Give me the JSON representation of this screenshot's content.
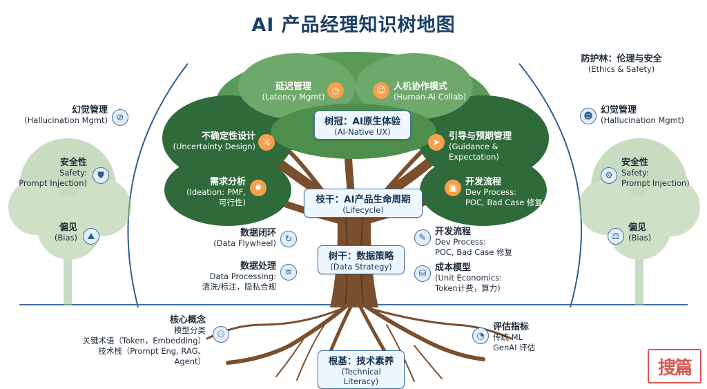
{
  "title": "AI 产品经理知识树地图",
  "crown": {
    "title": "树冠：AI原生体验",
    "subtitle": "(AI-Native UX)"
  },
  "crown_items": [
    {
      "title": "延迟管理",
      "subtitle": "(Latency Mgmt)",
      "icon": "stopwatch-icon"
    },
    {
      "title": "人机协作模式",
      "subtitle": "(Human-AI Collab)",
      "icon": "person-collab-icon"
    },
    {
      "title": "不确定性设计",
      "subtitle": "(Uncertainty Design)",
      "icon": "shuffle-icon"
    },
    {
      "title": "引导与预期管理",
      "subtitle": "(Guidance & Expectation)",
      "icon": "paper-plane-icon"
    },
    {
      "title": "需求分析",
      "subtitle_1": "(Ideation: PMF,",
      "subtitle_2": "可行性)",
      "icon": "lightbulb-icon"
    },
    {
      "title": "开发流程",
      "subtitle_1": "Dev Process:",
      "subtitle_2": "POC, Bad Case 修复",
      "icon": "briefcase-icon"
    }
  ],
  "branch": {
    "title": "枝干：AI产品生命周期",
    "subtitle": "(Lifecycle)"
  },
  "trunk": {
    "title": "树干：数据策略",
    "subtitle": "(Data Strategy)"
  },
  "trunk_items": [
    {
      "title": "数据闭环",
      "subtitle": "(Data Flywheel)",
      "icon": "refresh-icon"
    },
    {
      "title": "数据处理",
      "subtitle_1": "Data Processing:",
      "subtitle_2": "清洗/标注，隐私合规",
      "icon": "database-icon"
    },
    {
      "title": "开发流程",
      "subtitle_1": "Dev Process:",
      "subtitle_2": "POC, Bad Case 修复",
      "icon": "checklist-icon"
    },
    {
      "title": "成本模型",
      "subtitle_1": "(Unit Economics:",
      "subtitle_2": "Token计费，算力)",
      "icon": "coins-icon"
    }
  ],
  "roots": {
    "title": "根基：技术素养",
    "subtitle": "(Technical Literacy)"
  },
  "root_items": [
    {
      "title": "核心概念",
      "line_1": "模型分类",
      "line_2": "关键术语（Token，Embedding）",
      "line_3": "技术栈（Prompt Eng, RAG、Agent）",
      "icon": "network-icon"
    },
    {
      "title": "评估指标",
      "line_1": "传统 ML",
      "line_2": "GenAI 评估",
      "icon": "gauge-icon"
    }
  ],
  "left_forest": [
    {
      "title": "幻觉管理",
      "subtitle": "(Hallucination Mgmt)",
      "icon": "eye-slash-icon"
    },
    {
      "title": "安全性",
      "subtitle_1": "Safety:",
      "subtitle_2": "Prompt Injection)",
      "icon": "shield-icon"
    },
    {
      "title": "偏见",
      "subtitle": "(Bias)",
      "icon": "image-icon"
    }
  ],
  "right_forest": {
    "title": "防护林：伦理与安全",
    "subtitle": "(Ethics & Safety)",
    "items": [
      {
        "title": "幻觉管理",
        "subtitle": "(Hallucination Mgmt)",
        "icon": "head-icon"
      },
      {
        "title": "安全性",
        "subtitle_1": "Safety:",
        "subtitle_2": "Prompt Injection)",
        "icon": "shield-gear-icon"
      },
      {
        "title": "偏见",
        "subtitle": "(Bias)",
        "icon": "scale-icon"
      }
    ]
  },
  "colors": {
    "crown_dark": "#2f6b3a",
    "crown_light": "#5a9a58",
    "trunk": "#7a4f2e",
    "accent": "#f6a04d",
    "frame": "#2f5f8f"
  }
}
